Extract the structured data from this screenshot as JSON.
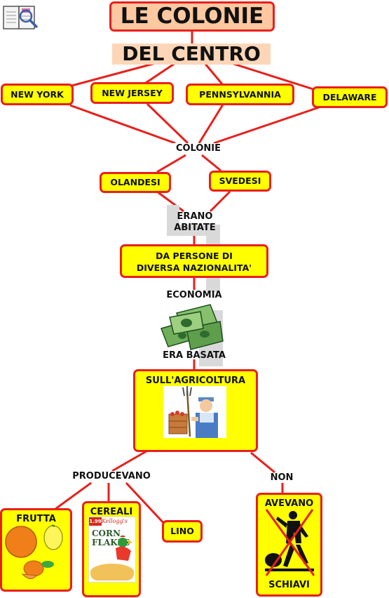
{
  "title": {
    "line1": "LE COLONIE",
    "line2": "DEL CENTRO"
  },
  "colonies": [
    "NEW YORK",
    "NEW JERSEY",
    "PENNSYLVANNIA",
    "DELAWARE"
  ],
  "colonie_label": "COLONIE",
  "settlers": [
    "OLANDESI",
    "SVEDESI"
  ],
  "inhabited": {
    "line1": "ERANO",
    "line2": "ABITATE"
  },
  "people": {
    "line1": "DA PERSONE DI",
    "line2": "DIVERSA NAZIONALITA'"
  },
  "economy": "ECONOMIA",
  "based": "ERA BASATA",
  "agriculture": "SULL'AGRICOLTURA",
  "produced": "PRODUCEVANO",
  "no": "NON",
  "products": [
    "FRUTTA",
    "CEREALI",
    "LINO"
  ],
  "cereal_box": {
    "brand": "Kellogg's",
    "name1": "CORN",
    "name2": "FLAKES",
    "price": "1.99"
  },
  "slaves": {
    "top": "AVEVANO",
    "bottom": "SCHIAVI"
  },
  "colors": {
    "border": "#e8201c",
    "box": "#ffff00",
    "title_bg": "#ffc8a0",
    "subtitle_bg": "#fdd6b8"
  }
}
